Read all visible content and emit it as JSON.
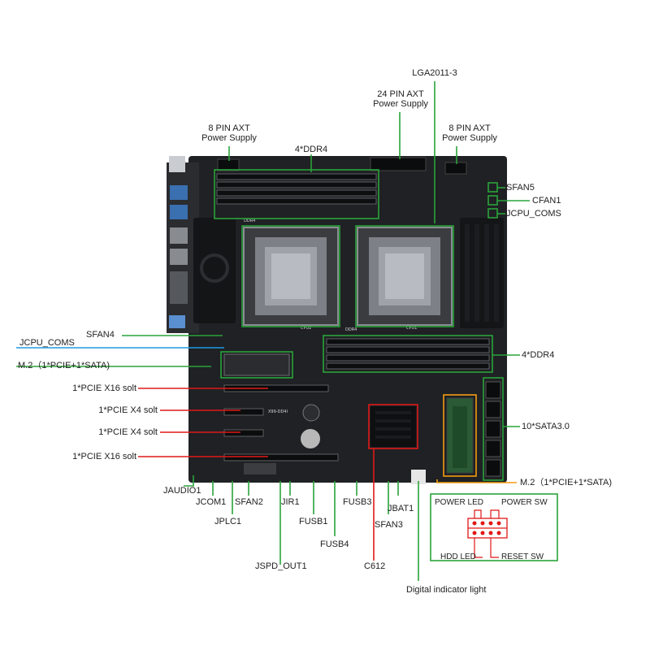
{
  "labels": {
    "lga": "LGA2011-3",
    "pin24_l1": "24 PIN AXT",
    "pin24_l2": "Power Supply",
    "pin8_left_l1": "8 PIN AXT",
    "pin8_left_l2": "Power Supply",
    "pin8_right_l1": "8 PIN AXT",
    "pin8_right_l2": "Power Supply",
    "ddr_top": "4*DDR4",
    "ddr_right": "4*DDR4",
    "sfan5": "SFAN5",
    "cfan1": "CFAN1",
    "jcpu_coms_right": "JCPU_COMS",
    "sfan4": "SFAN4",
    "jcpu_coms_left": "JCPU_COMS",
    "m2_left": "M.2（1*PCIE+1*SATA)",
    "pcie_x16_1": "1*PCIE X16 solt",
    "pcie_x4_1": "1*PCIE X4 solt",
    "pcie_x4_2": "1*PCIE X4 solt",
    "pcie_x16_2": "1*PCIE X16 solt",
    "sata": "10*SATA3.0",
    "m2_right": "M.2（1*PCIE+1*SATA)",
    "jaudio1": "JAUDIO1",
    "jcom1": "JCOM1",
    "sfan2": "SFAN2",
    "jplc1": "JPLC1",
    "jir1": "JIR1",
    "fusb1": "FUSB1",
    "fusb4": "FUSB4",
    "fusb3": "FUSB3",
    "sfan3": "SFAN3",
    "jbat1": "JBAT1",
    "jspd_out1": "JSPD_OUT1",
    "c612": "C612",
    "digital_light": "Digital indicator light",
    "power_led": "POWER LED",
    "power_sw": "POWER SW",
    "hdd_led": "HDD  LED",
    "reset_sw": "RESET SW"
  },
  "board_silkscreen": {
    "model": "X99-DD4I",
    "cpu1": "CPU1",
    "cpu2": "CPU2",
    "ddr4_top": "DDR4",
    "ddr4_mid": "DDR4"
  },
  "colors": {
    "green": "#2aa33a",
    "red": "#e01818",
    "blue": "#1e9be0",
    "orange": "#f39c12",
    "pcb": "#1f2124",
    "heatsink": "#141517"
  }
}
